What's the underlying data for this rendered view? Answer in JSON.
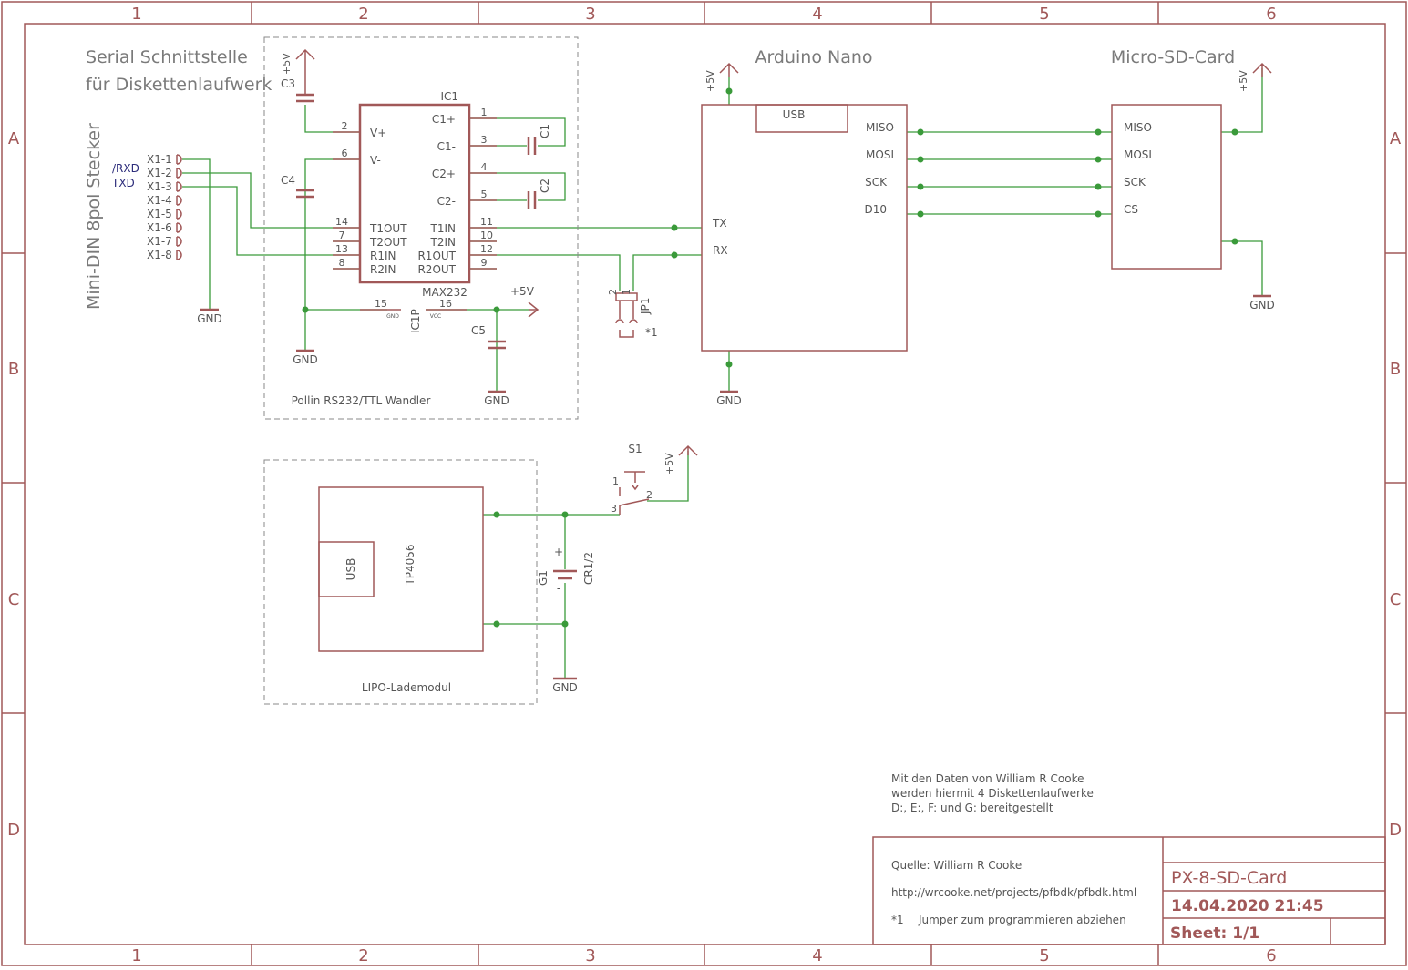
{
  "grid": {
    "columns": [
      "1",
      "2",
      "3",
      "4",
      "5",
      "6"
    ],
    "rows": [
      "A",
      "B",
      "C",
      "D"
    ]
  },
  "titles": {
    "serial_line1": "Serial Schnittstelle",
    "serial_line2": "für Diskettenlaufwerk",
    "connector": "Mini-DIN 8pol Stecker",
    "arduino": "Arduino Nano",
    "sdcard": "Micro-SD-Card"
  },
  "connector": {
    "pins": [
      "X1-1",
      "X1-2",
      "X1-3",
      "X1-4",
      "X1-5",
      "X1-6",
      "X1-7",
      "X1-8"
    ],
    "rxd": "/RXD",
    "txd": "TXD",
    "gnd": "GND"
  },
  "ic1": {
    "name": "IC1",
    "part": "MAX232",
    "left_pins": [
      {
        "num": "2",
        "label": "V+"
      },
      {
        "num": "6",
        "label": "V-"
      },
      {
        "num": "14",
        "label": "T1OUT"
      },
      {
        "num": "7",
        "label": "T2OUT"
      },
      {
        "num": "13",
        "label": "R1IN"
      },
      {
        "num": "8",
        "label": "R2IN"
      }
    ],
    "right_pins": [
      {
        "num": "1",
        "label": "C1+"
      },
      {
        "num": "3",
        "label": "C1-"
      },
      {
        "num": "4",
        "label": "C2+"
      },
      {
        "num": "5",
        "label": "C2-"
      },
      {
        "num": "11",
        "label": "T1IN"
      },
      {
        "num": "10",
        "label": "T2IN"
      },
      {
        "num": "12",
        "label": "R1OUT"
      },
      {
        "num": "9",
        "label": "R2OUT"
      }
    ],
    "power_pin_gnd": "15",
    "power_pin_vcc": "16",
    "power_gnd_lbl": "GND",
    "power_vcc_lbl": "VCC",
    "power_part": "IC1P"
  },
  "caps": {
    "c1": "C1",
    "c2": "C2",
    "c3": "C3",
    "c4": "C4",
    "c5": "C5"
  },
  "power": {
    "p5v": "+5V",
    "gnd": "GND"
  },
  "modules": {
    "pollin": "Pollin RS232/TTL Wandler",
    "lipo": "LIPO-Lademodul",
    "tp4056": "TP4056",
    "usb": "USB"
  },
  "arduino": {
    "usb": "USB",
    "left_pins": [
      "TX",
      "RX"
    ],
    "right_pins": [
      "MISO",
      "MOSI",
      "SCK",
      "D10"
    ]
  },
  "sdcard": {
    "pins": [
      "MISO",
      "MOSI",
      "SCK",
      "CS"
    ]
  },
  "jumper": {
    "name": "JP1",
    "pin1": "1",
    "pin2": "2",
    "note": "*1"
  },
  "switch": {
    "name": "S1",
    "pin1": "1",
    "pin2": "2",
    "pin3": "3"
  },
  "battery": {
    "name": "G1",
    "value": "CR1/2",
    "plus": "+",
    "minus": "-"
  },
  "notes": {
    "line1": "Mit den Daten von William R Cooke",
    "line2": "werden hiermit 4 Diskettenlaufwerke",
    "line3": "D:, E:, F: und G: bereitgestellt"
  },
  "titleblock": {
    "source": "Quelle: William R Cooke",
    "url": "http://wrcooke.net/projects/pfbdk/pfbdk.html",
    "note_mark": "*1",
    "note_text": "Jumper zum programmieren abziehen",
    "project": "PX-8-SD-Card",
    "datetime": "14.04.2020 21:45",
    "sheet": "Sheet: 1/1"
  }
}
